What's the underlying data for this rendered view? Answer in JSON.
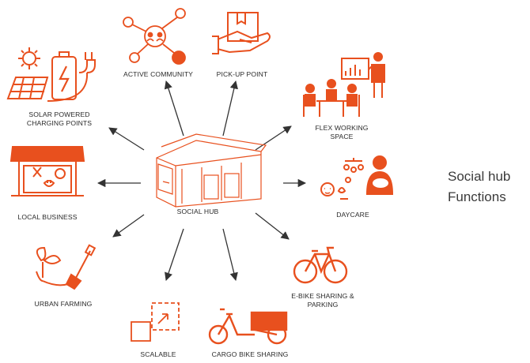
{
  "diagram": {
    "side_title": {
      "line1": "Social hub",
      "line2": "Functions"
    },
    "center": {
      "label": "SOCIAL HUB",
      "icon": "building-icon"
    },
    "nodes": [
      {
        "id": "active-community",
        "label": "ACTIVE COMMUNITY",
        "icon": "network-people-icon"
      },
      {
        "id": "pickup-point",
        "label": "PICK-UP POINT",
        "icon": "hand-package-icon"
      },
      {
        "id": "solar",
        "label_line1": "SOLAR POWERED",
        "label_line2": "CHARGING POINTS",
        "icon": "solar-charging-icon"
      },
      {
        "id": "flex-working",
        "label_line1": "FLEX WORKING",
        "label_line2": "SPACE",
        "icon": "meeting-presentation-icon"
      },
      {
        "id": "local-business",
        "label": "LOCAL BUSINESS",
        "icon": "shop-front-icon"
      },
      {
        "id": "daycare",
        "label": "DAYCARE",
        "icon": "mother-baby-icon"
      },
      {
        "id": "urban-farming",
        "label": "URBAN FARMING",
        "icon": "plant-shovel-icon"
      },
      {
        "id": "ebike",
        "label_line1": "E-BIKE SHARING &",
        "label_line2": "PARKING",
        "icon": "bicycle-icon"
      },
      {
        "id": "scalable",
        "label": "SCALABLE",
        "icon": "scale-squares-icon"
      },
      {
        "id": "cargo-bike",
        "label": "CARGO BIKE SHARING",
        "icon": "cargo-bike-icon"
      }
    ],
    "colors": {
      "accent": "#e8501e",
      "arrow": "#333333",
      "text": "#2b2b2b"
    }
  }
}
